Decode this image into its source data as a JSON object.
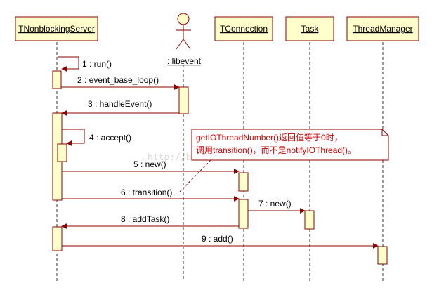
{
  "colors": {
    "box_fill": "#ffffcc",
    "box_stroke": "#8b0000",
    "arrow": "#8b0000",
    "lifeline": "#333333",
    "note_text": "#cc0000",
    "note_border": "#8b0000",
    "watermark": "#d8d8d8"
  },
  "participants": {
    "tnb": "TNonblockingServer",
    "libevent": ": libevent",
    "tconn": "TConnection",
    "task": "Task",
    "tm": "ThreadManager"
  },
  "actor_icon": "stick-figure-actor-icon",
  "messages": [
    "1 : run()",
    "2 : event_base_loop()",
    "3 : handleEvent()",
    "4 : accept()",
    "5 : new()",
    "6 : transition()",
    "7 : new()",
    "8 : addTask()",
    "9 : add()"
  ],
  "note": {
    "line1": "getIOThreadNumber()返回值等于0时，",
    "line2": "调用transition()，而不是notifyIOThread()。"
  },
  "watermark": "http://blog.csdn.net/"
}
